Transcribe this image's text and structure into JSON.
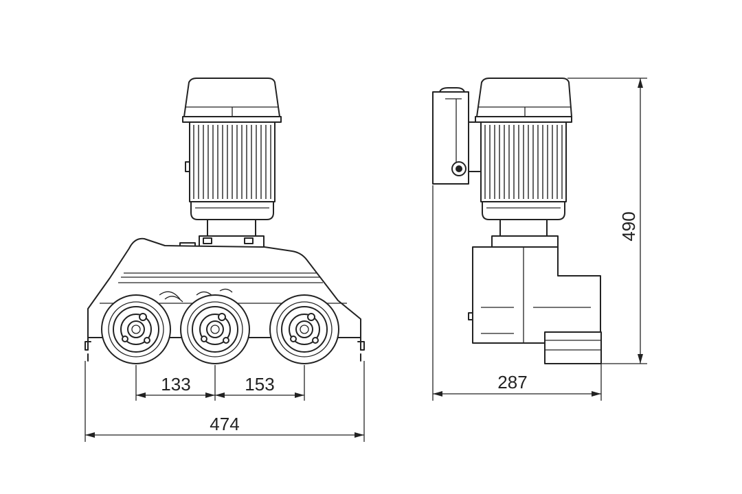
{
  "dimensions": {
    "roller_spacing_left": "133",
    "roller_spacing_right": "153",
    "overall_width": "474",
    "side_depth": "287",
    "overall_height": "490"
  },
  "colors": {
    "line": "#222222",
    "background": "#ffffff"
  }
}
